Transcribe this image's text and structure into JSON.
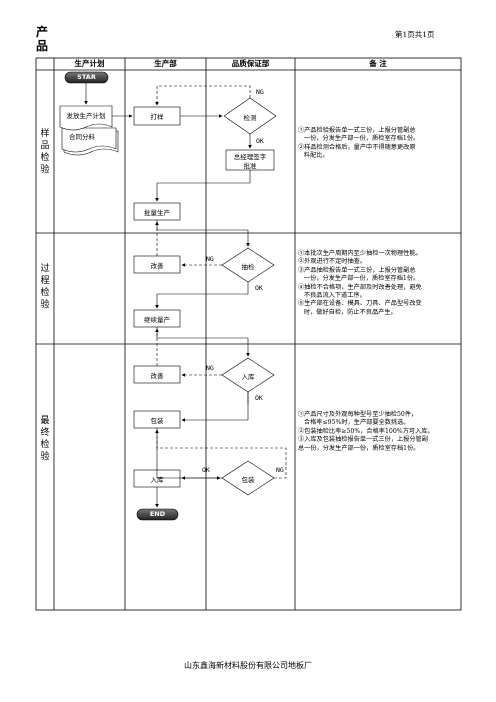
{
  "doc": {
    "title": "产品",
    "page_no": "第1页共1页",
    "footer": "山东鑫海新材料股份有限公司地板厂"
  },
  "table": {
    "headers": [
      "生产计划",
      "生产部",
      "品质保证部",
      "备 注"
    ],
    "phases": [
      "样品检验",
      "过程检验",
      "最终检验"
    ]
  },
  "flow": {
    "start": "STAR",
    "end": "END",
    "plan_doc": "发放生产计划",
    "contract_doc": "合同分料",
    "sample_make": "打样",
    "inspect": "检测",
    "gm_sign_1": "总经理签字",
    "gm_sign_2": "批准",
    "batch_prod": "批量生产",
    "improve_1": "改善",
    "spot_check": "抽检",
    "continue_prod": "继续量产",
    "improve_2": "改善",
    "warehouse_in": "入库",
    "packing": "包装",
    "pack_check": "包装",
    "warehouse_final": "入库",
    "ng": "NG",
    "ok": "OK"
  },
  "notes": {
    "sample": [
      "①产品检验报告单一式三份，上报分管副总",
      "   一份，分发生产部一份，质检室存档1份。",
      "②样品检测合格后，量产中不得随意更改原",
      "   料配比。"
    ],
    "process": [
      "①本批次生产周期内至少抽检一次物理性能。",
      "②外观进行不定时抽查。",
      "③产品抽检报告单一式三份，上报分管副总",
      "   一份，分发生产部一份，质检室存档1份。",
      "④抽检不合格项，生产部及时改善处理，避免",
      "   不良品流入下道工序。",
      "⑤生产部在设备、模具、刀具、产品型号改变",
      "   时，做好自检，防止不良品产生。"
    ],
    "final": [
      "①产品尺寸及外观每种型号至少抽检50件，",
      "   合格率≤95%时，生产部要全数挑选。",
      "②包装抽检比率≥50%，合格率100%方可入库。",
      "③入库及包装抽检报告单一式三份，上报分管副",
      "总一份，分发生产部一份，质检室存档1份。"
    ]
  }
}
